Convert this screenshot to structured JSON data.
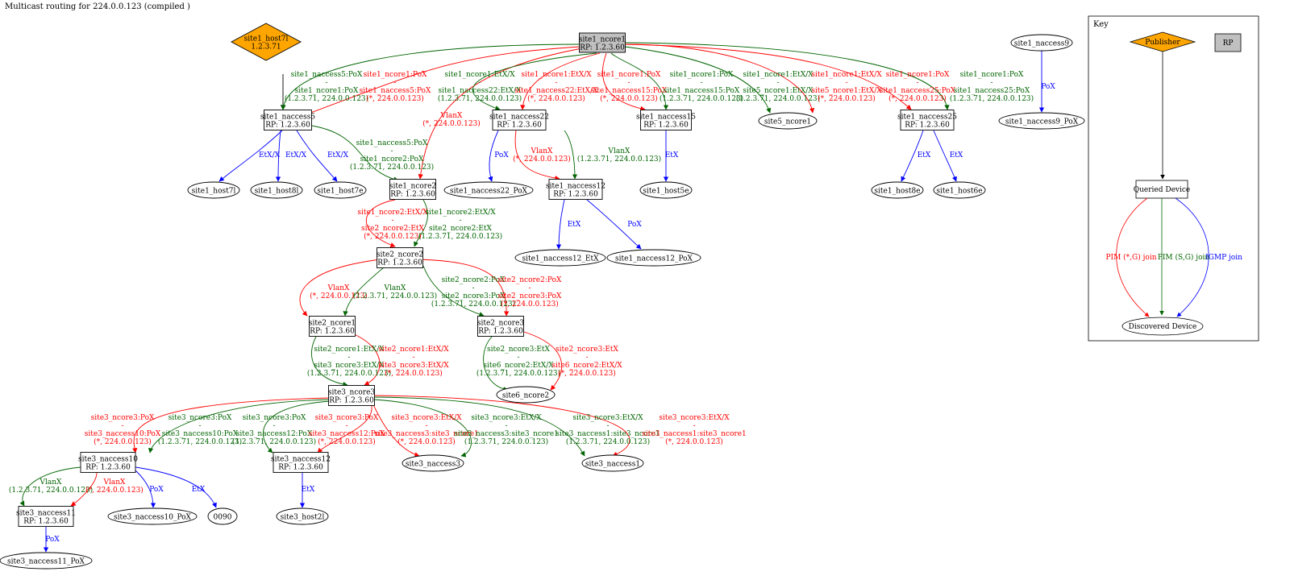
{
  "title": "Multicast routing for 224.0.0.123 (compiled )",
  "colors": {
    "pim_star_g": "#ff0000",
    "pim_s_g": "#006400",
    "igmp": "#0000ff",
    "tree": "#000000",
    "publisher_fill": "#ffa500",
    "rp_fill": "#c0c0c0"
  },
  "nodes": [
    {
      "id": "site1_ncore1",
      "shape": "box",
      "lines": [
        "site1_ncore1",
        "RP: 1.2.3.60"
      ],
      "fill": "#c0c0c0"
    },
    {
      "id": "site1_host7l",
      "shape": "diamond",
      "lines": [
        "site1_host7l",
        "1.2.3.71"
      ],
      "fill": "#ffa500"
    },
    {
      "id": "site1_naccess5",
      "shape": "box",
      "lines": [
        "site1_naccess5",
        "RP: 1.2.3.60"
      ]
    },
    {
      "id": "site1_naccess22",
      "shape": "box",
      "lines": [
        "site1_naccess22",
        "RP: 1.2.3.60"
      ]
    },
    {
      "id": "site1_naccess15",
      "shape": "box",
      "lines": [
        "site1_naccess15",
        "RP: 1.2.3.60"
      ]
    },
    {
      "id": "site5_ncore1",
      "shape": "ellipse",
      "lines": [
        "site5_ncore1"
      ]
    },
    {
      "id": "site1_naccess25",
      "shape": "box",
      "lines": [
        "site1_naccess25",
        "RP: 1.2.3.60"
      ]
    },
    {
      "id": "site1_naccess9",
      "shape": "ellipse",
      "lines": [
        "site1_naccess9"
      ]
    },
    {
      "id": "site1_naccess9_PoX",
      "shape": "ellipse",
      "lines": [
        "site1_naccess9_PoX"
      ]
    },
    {
      "id": "site1_host7l_b",
      "shape": "ellipse",
      "lines": [
        "site1_host7l"
      ]
    },
    {
      "id": "site1_host8l",
      "shape": "ellipse",
      "lines": [
        "site1_host8l"
      ]
    },
    {
      "id": "site1_host7e",
      "shape": "ellipse",
      "lines": [
        "site1_host7e"
      ]
    },
    {
      "id": "site1_ncore2",
      "shape": "box",
      "lines": [
        "site1_ncore2",
        "RP: 1.2.3.60"
      ]
    },
    {
      "id": "site1_naccess22_PoX",
      "shape": "ellipse",
      "lines": [
        "site1_naccess22_PoX"
      ]
    },
    {
      "id": "site1_naccess12",
      "shape": "box",
      "lines": [
        "site1_naccess12",
        "RP: 1.2.3.60"
      ]
    },
    {
      "id": "site1_host5e",
      "shape": "ellipse",
      "lines": [
        "site1_host5e"
      ]
    },
    {
      "id": "site1_host8e",
      "shape": "ellipse",
      "lines": [
        "site1_host8e"
      ]
    },
    {
      "id": "site1_host6e",
      "shape": "ellipse",
      "lines": [
        "site1_host6e"
      ]
    },
    {
      "id": "site1_naccess12_EtX",
      "shape": "ellipse",
      "lines": [
        "site1_naccess12_EtX"
      ]
    },
    {
      "id": "site1_naccess12_PoX",
      "shape": "ellipse",
      "lines": [
        "site1_naccess12_PoX"
      ]
    },
    {
      "id": "site2_ncore2",
      "shape": "box",
      "lines": [
        "site2_ncore2",
        "RP: 1.2.3.60"
      ]
    },
    {
      "id": "site2_ncore1",
      "shape": "box",
      "lines": [
        "site2_ncore1",
        "RP: 1.2.3.60"
      ]
    },
    {
      "id": "site2_ncore3",
      "shape": "box",
      "lines": [
        "site2_ncore3",
        "RP: 1.2.3.60"
      ]
    },
    {
      "id": "site6_ncore2",
      "shape": "ellipse",
      "lines": [
        "site6_ncore2"
      ]
    },
    {
      "id": "site3_ncore3",
      "shape": "box",
      "lines": [
        "site3_ncore3",
        "RP: 1.2.3.60"
      ]
    },
    {
      "id": "site3_naccess10",
      "shape": "box",
      "lines": [
        "site3_naccess10",
        "RP: 1.2.3.60"
      ]
    },
    {
      "id": "site3_naccess12",
      "shape": "box",
      "lines": [
        "site3_naccess12",
        "RP: 1.2.3.60"
      ]
    },
    {
      "id": "site3_naccess3",
      "shape": "ellipse",
      "lines": [
        "site3_naccess3"
      ]
    },
    {
      "id": "site3_naccess1",
      "shape": "ellipse",
      "lines": [
        "site3_naccess1"
      ]
    },
    {
      "id": "site3_naccess11",
      "shape": "box",
      "lines": [
        "site3_naccess11",
        "RP: 1.2.3.60"
      ]
    },
    {
      "id": "site3_naccess10_PoX",
      "shape": "ellipse",
      "lines": [
        "site3_naccess10_PoX"
      ]
    },
    {
      "id": "n0090",
      "shape": "ellipse",
      "lines": [
        "0090"
      ]
    },
    {
      "id": "site3_host2l",
      "shape": "ellipse",
      "lines": [
        "site3_host2l"
      ]
    },
    {
      "id": "site3_naccess11_PoX",
      "shape": "ellipse",
      "lines": [
        "site3_naccess11_PoX"
      ]
    }
  ],
  "edges": [
    {
      "from": "site1_host7l",
      "to": "site1_naccess5",
      "kind": "tree"
    },
    {
      "from": "site1_ncore1",
      "to": "site1_naccess5",
      "kind": "sg",
      "label": [
        "site1_naccess5:PoX",
        "-",
        "site1_ncore1:PoX",
        "(1.2.3.71, 224.0.0.123)"
      ]
    },
    {
      "from": "site1_ncore1",
      "to": "site1_naccess5",
      "kind": "starg",
      "label": [
        "site1_ncore1:PoX",
        "-",
        "site1_naccess5:PoX",
        "(*, 224.0.0.123)"
      ]
    },
    {
      "from": "site1_ncore1",
      "to": "site1_ncore2",
      "kind": "starg",
      "label": [
        "VlanX",
        "(*, 224.0.0.123)"
      ]
    },
    {
      "from": "site1_ncore1",
      "to": "site1_naccess22",
      "kind": "sg",
      "label": [
        "site1_ncore1:EtX/X",
        "-",
        "site1_naccess22:EtX/X",
        "(1.2.3.71, 224.0.0.123)"
      ]
    },
    {
      "from": "site1_ncore1",
      "to": "site1_naccess22",
      "kind": "starg",
      "label": [
        "site1_ncore1:EtX/X",
        "-",
        "site1_naccess22:EtX/X",
        "(*, 224.0.0.123)"
      ]
    },
    {
      "from": "site1_ncore1",
      "to": "site1_naccess15",
      "kind": "starg",
      "label": [
        "site1_ncore1:PoX",
        "-",
        "site1_naccess15:PoX",
        "(*, 224.0.0.123)"
      ]
    },
    {
      "from": "site1_ncore1",
      "to": "site1_naccess15",
      "kind": "sg",
      "label": [
        "site1_ncore1:PoX",
        "-",
        "site1_naccess15:PoX",
        "(1.2.3.71, 224.0.0.123)"
      ]
    },
    {
      "from": "site1_ncore1",
      "to": "site5_ncore1",
      "kind": "sg",
      "label": [
        "site1_ncore1:EtX/X",
        "-",
        "site5_ncore1:EtX/X",
        "(1.2.3.71, 224.0.0.123)"
      ]
    },
    {
      "from": "site1_ncore1",
      "to": "site5_ncore1",
      "kind": "starg",
      "label": [
        "site1_ncore1:EtX/X",
        "-",
        "site5_ncore1:EtX/X",
        "(*, 224.0.0.123)"
      ]
    },
    {
      "from": "site1_ncore1",
      "to": "site1_naccess25",
      "kind": "starg",
      "label": [
        "site1_ncore1:PoX",
        "-",
        "site1_naccess25:PoX",
        "(*, 224.0.0.123)"
      ]
    },
    {
      "from": "site1_ncore1",
      "to": "site1_naccess25",
      "kind": "sg",
      "label": [
        "site1_ncore1:PoX",
        "-",
        "site1_naccess25:PoX",
        "(1.2.3.71, 224.0.0.123)"
      ]
    },
    {
      "from": "site1_naccess9",
      "to": "site1_naccess9_PoX",
      "kind": "igmp",
      "label": [
        "PoX"
      ]
    },
    {
      "from": "site1_naccess5",
      "to": "site1_host7l_b",
      "kind": "igmp",
      "label": [
        "EtX/X"
      ]
    },
    {
      "from": "site1_naccess5",
      "to": "site1_host8l",
      "kind": "igmp",
      "label": [
        "EtX/X"
      ]
    },
    {
      "from": "site1_naccess5",
      "to": "site1_host7e",
      "kind": "igmp",
      "label": [
        "EtX/X"
      ]
    },
    {
      "from": "site1_naccess5",
      "to": "site1_ncore2",
      "kind": "sg",
      "label": [
        "site1_naccess5:PoX",
        "-",
        "site1_ncore2:PoX",
        "(1.2.3.71, 224.0.0.123)"
      ]
    },
    {
      "from": "site1_naccess22",
      "to": "site1_naccess22_PoX",
      "kind": "igmp",
      "label": [
        "PoX"
      ]
    },
    {
      "from": "site1_naccess22",
      "to": "site1_naccess12",
      "kind": "starg",
      "label": [
        "VlanX",
        "(*, 224.0.0.123)"
      ]
    },
    {
      "from": "site1_naccess22",
      "to": "site1_naccess12",
      "kind": "sg",
      "label": [
        "VlanX",
        "(1.2.3.71, 224.0.0.123)"
      ]
    },
    {
      "from": "site1_naccess15",
      "to": "site1_host5e",
      "kind": "igmp",
      "label": [
        "EtX"
      ]
    },
    {
      "from": "site1_naccess25",
      "to": "site1_host8e",
      "kind": "igmp",
      "label": [
        "EtX"
      ]
    },
    {
      "from": "site1_naccess25",
      "to": "site1_host6e",
      "kind": "igmp",
      "label": [
        "EtX"
      ]
    },
    {
      "from": "site1_naccess12",
      "to": "site1_naccess12_EtX",
      "kind": "igmp",
      "label": [
        "EtX"
      ]
    },
    {
      "from": "site1_naccess12",
      "to": "site1_naccess12_PoX",
      "kind": "igmp",
      "label": [
        "PoX"
      ]
    },
    {
      "from": "site1_ncore2",
      "to": "site2_ncore2",
      "kind": "starg",
      "label": [
        "site1_ncore2:EtX/X",
        "-",
        "site2_ncore2:EtX",
        "(*, 224.0.0.123)"
      ]
    },
    {
      "from": "site1_ncore2",
      "to": "site2_ncore2",
      "kind": "sg",
      "label": [
        "site1_ncore2:EtX/X",
        "-",
        "site2_ncore2:EtX",
        "(1.2.3.71, 224.0.0.123)"
      ]
    },
    {
      "from": "site2_ncore2",
      "to": "site2_ncore1",
      "kind": "starg",
      "label": [
        "VlanX",
        "(*, 224.0.0.123)"
      ]
    },
    {
      "from": "site2_ncore2",
      "to": "site2_ncore1",
      "kind": "sg",
      "label": [
        "VlanX",
        "(1.2.3.71, 224.0.0.123)"
      ]
    },
    {
      "from": "site2_ncore2",
      "to": "site2_ncore3",
      "kind": "sg",
      "label": [
        "site2_ncore2:PoX",
        "-",
        "site2_ncore3:PoX",
        "(1.2.3.71, 224.0.0.123)"
      ]
    },
    {
      "from": "site2_ncore2",
      "to": "site2_ncore3",
      "kind": "starg",
      "label": [
        "site2_ncore2:PoX",
        "-",
        "site2_ncore3:PoX",
        "(*, 224.0.0.123)"
      ]
    },
    {
      "from": "site2_ncore1",
      "to": "site3_ncore3",
      "kind": "sg",
      "label": [
        "site2_ncore1:EtX/X",
        "-",
        "site3_ncore3:EtX/X",
        "(1.2.3.71, 224.0.0.123)"
      ]
    },
    {
      "from": "site2_ncore1",
      "to": "site3_ncore3",
      "kind": "starg",
      "label": [
        "site2_ncore1:EtX/X",
        "-",
        "site3_ncore3:EtX/X",
        "(*, 224.0.0.123)"
      ]
    },
    {
      "from": "site2_ncore3",
      "to": "site6_ncore2",
      "kind": "sg",
      "label": [
        "site2_ncore3:EtX",
        "-",
        "site6_ncore2:EtX/X",
        "(1.2.3.71, 224.0.0.123)"
      ]
    },
    {
      "from": "site2_ncore3",
      "to": "site6_ncore2",
      "kind": "starg",
      "label": [
        "site2_ncore3:EtX",
        "-",
        "site6_ncore2:EtX/X",
        "(*, 224.0.0.123)"
      ]
    },
    {
      "from": "site3_ncore3",
      "to": "site3_naccess10",
      "kind": "starg",
      "label": [
        "site3_ncore3:PoX",
        "-",
        "site3_naccess10:PoX",
        "(*, 224.0.0.123)"
      ]
    },
    {
      "from": "site3_ncore3",
      "to": "site3_naccess10",
      "kind": "sg",
      "label": [
        "site3_ncore3:PoX",
        "-",
        "site3_naccess10:PoX",
        "(1.2.3.71, 224.0.0.123)"
      ]
    },
    {
      "from": "site3_ncore3",
      "to": "site3_naccess12",
      "kind": "sg",
      "label": [
        "site3_ncore3:PoX",
        "-",
        "site3_naccess12:PoX",
        "(1.2.3.71, 224.0.0.123)"
      ]
    },
    {
      "from": "site3_ncore3",
      "to": "site3_naccess12",
      "kind": "starg",
      "label": [
        "site3_ncore3:PoX",
        "-",
        "site3_naccess12:PoX",
        "(*, 224.0.0.123)"
      ]
    },
    {
      "from": "site3_ncore3",
      "to": "site3_naccess3",
      "kind": "starg",
      "label": [
        "site3_ncore3:EtX/X",
        "-",
        "site3_naccess3:site3_ncore1",
        "(*, 224.0.0.123)"
      ]
    },
    {
      "from": "site3_ncore3",
      "to": "site3_naccess3",
      "kind": "sg",
      "label": [
        "site3_ncore3:EtX/X",
        "-",
        "site3_naccess3:site3_ncore1",
        "(1.2.3.71, 224.0.0.123)"
      ]
    },
    {
      "from": "site3_ncore3",
      "to": "site3_naccess1",
      "kind": "sg",
      "label": [
        "site3_ncore3:EtX/X",
        "-",
        "site3_naccess1:site3_ncore1",
        "(1.2.3.71, 224.0.0.123)"
      ]
    },
    {
      "from": "site3_ncore3",
      "to": "site3_naccess1",
      "kind": "starg",
      "label": [
        "site3_ncore3:EtX/X",
        "-",
        "site3_naccess1:site3_ncore1",
        "(*, 224.0.0.123)"
      ]
    },
    {
      "from": "site3_naccess10",
      "to": "site3_naccess11",
      "kind": "sg",
      "label": [
        "VlanX",
        "(1.2.3.71, 224.0.0.123)"
      ]
    },
    {
      "from": "site3_naccess10",
      "to": "site3_naccess11",
      "kind": "starg",
      "label": [
        "VlanX",
        "(*, 224.0.0.123)"
      ]
    },
    {
      "from": "site3_naccess10",
      "to": "site3_naccess10_PoX",
      "kind": "igmp",
      "label": [
        "PoX"
      ]
    },
    {
      "from": "site3_naccess10",
      "to": "n0090",
      "kind": "igmp",
      "label": [
        "EtX"
      ]
    },
    {
      "from": "site3_naccess12",
      "to": "site3_host2l",
      "kind": "igmp",
      "label": [
        "EtX"
      ]
    },
    {
      "from": "site3_naccess11",
      "to": "site3_naccess11_PoX",
      "kind": "igmp",
      "label": [
        "PoX"
      ]
    }
  ],
  "key": {
    "title": "Key",
    "publisher": "Publisher",
    "rp": "RP",
    "queried": "Queried Device",
    "discovered": "Discovered Device",
    "pim_star_g": "PIM (*,G) join",
    "pim_s_g": "PIM (S,G) join",
    "igmp": "IGMP join"
  }
}
